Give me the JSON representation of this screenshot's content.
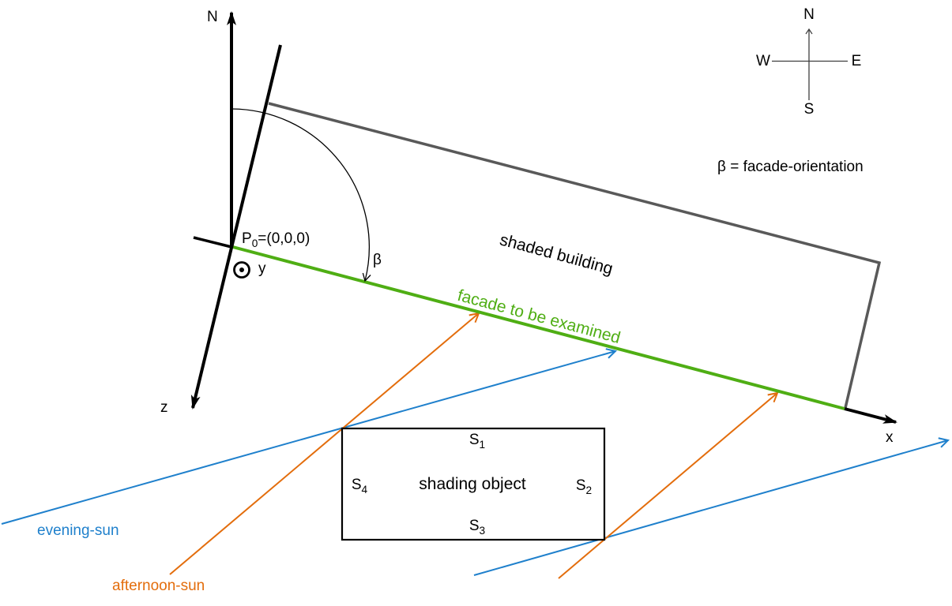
{
  "colors": {
    "ink": "#000000",
    "building_gray": "#595959",
    "facade_green": "#4fae14",
    "sun_blue": "#1f80cc",
    "sun_orange": "#e36d0c",
    "compass_gray": "#3f3f3f"
  },
  "axes": {
    "n_label": "N",
    "x_label": "x",
    "y_label": "y",
    "z_label": "z"
  },
  "origin_point": {
    "pre": "P",
    "sub": "0",
    "post": "=(0,0,0)"
  },
  "angle": {
    "symbol": "β"
  },
  "building": {
    "label": "shaded building"
  },
  "facade": {
    "label": "facade to be examined"
  },
  "shading_object": {
    "label": "shading object",
    "s1": {
      "pre": "S",
      "sub": "1"
    },
    "s2": {
      "pre": "S",
      "sub": "2"
    },
    "s3": {
      "pre": "S",
      "sub": "3"
    },
    "s4": {
      "pre": "S",
      "sub": "4"
    }
  },
  "suns": {
    "evening_label": "evening-sun",
    "afternoon_label": "afternoon-sun"
  },
  "compass": {
    "n": "N",
    "e": "E",
    "s": "S",
    "w": "W"
  },
  "legend": {
    "text": "β = facade-orientation"
  }
}
